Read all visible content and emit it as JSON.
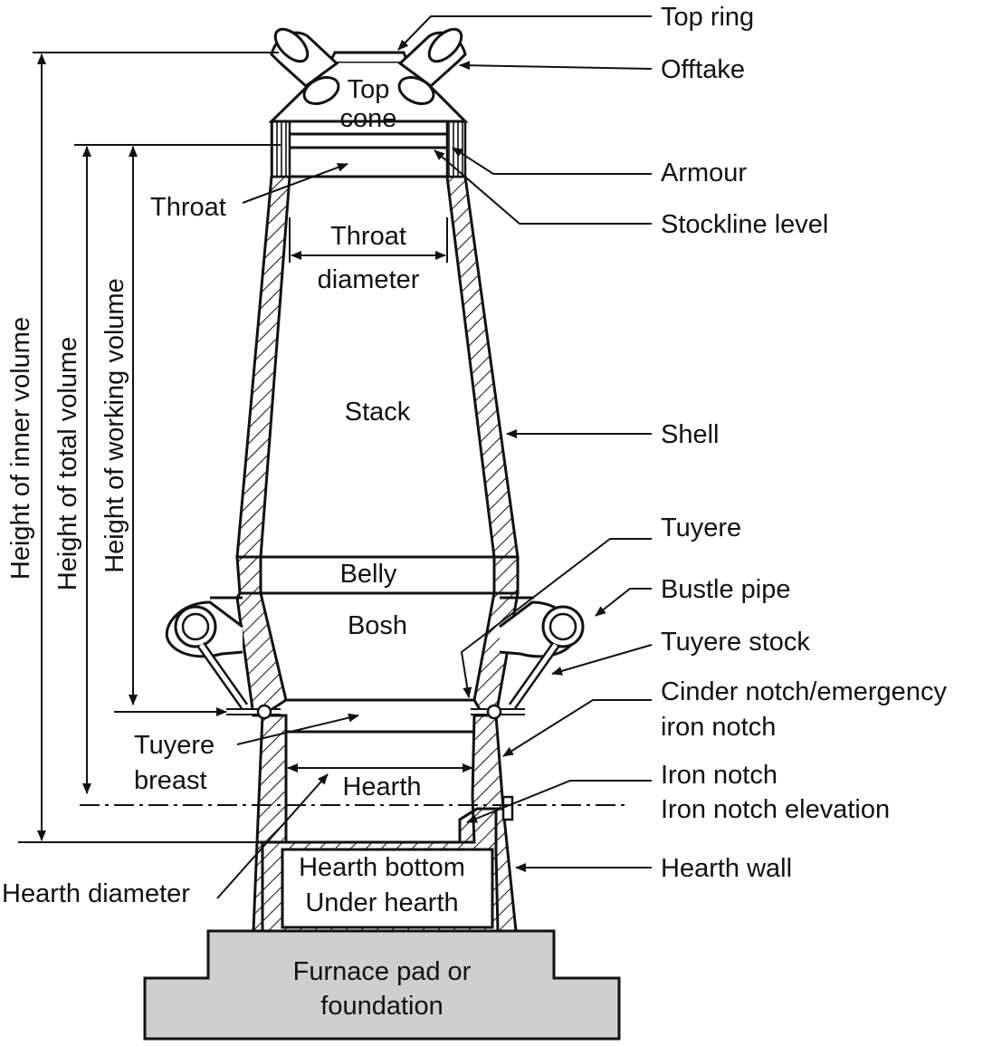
{
  "diagram": {
    "colors": {
      "line": "#111111",
      "pad_fill": "#cfcfcf",
      "background": "#ffffff"
    },
    "left_labels": {
      "throat": "Throat",
      "tuyere_breast_1": "Tuyere",
      "tuyere_breast_2": "breast",
      "hearth_diameter": "Hearth diameter"
    },
    "inner_labels": {
      "top_cone_1": "Top",
      "top_cone_2": "cone",
      "throat_diameter_1": "Throat",
      "throat_diameter_2": "diameter",
      "stack": "Stack",
      "belly": "Belly",
      "bosh": "Bosh",
      "hearth": "Hearth",
      "hearth_bottom": "Hearth bottom",
      "under_hearth": "Under hearth",
      "pad_1": "Furnace pad or",
      "pad_2": "foundation"
    },
    "right_labels": {
      "top_ring": "Top ring",
      "offtake": "Offtake",
      "armour": "Armour",
      "stockline": "Stockline level",
      "shell": "Shell",
      "tuyere": "Tuyere",
      "bustle_pipe": "Bustle pipe",
      "tuyere_stock": "Tuyere stock",
      "cinder_notch_1": "Cinder notch/emergency",
      "cinder_notch_2": "iron notch",
      "iron_notch": "Iron notch",
      "iron_notch_elevation": "Iron notch elevation",
      "hearth_wall": "Hearth wall"
    },
    "vertical_labels": {
      "inner_volume": "Height of inner volume",
      "total_volume": "Height of total volume",
      "working_volume": "Height of working volume"
    }
  }
}
